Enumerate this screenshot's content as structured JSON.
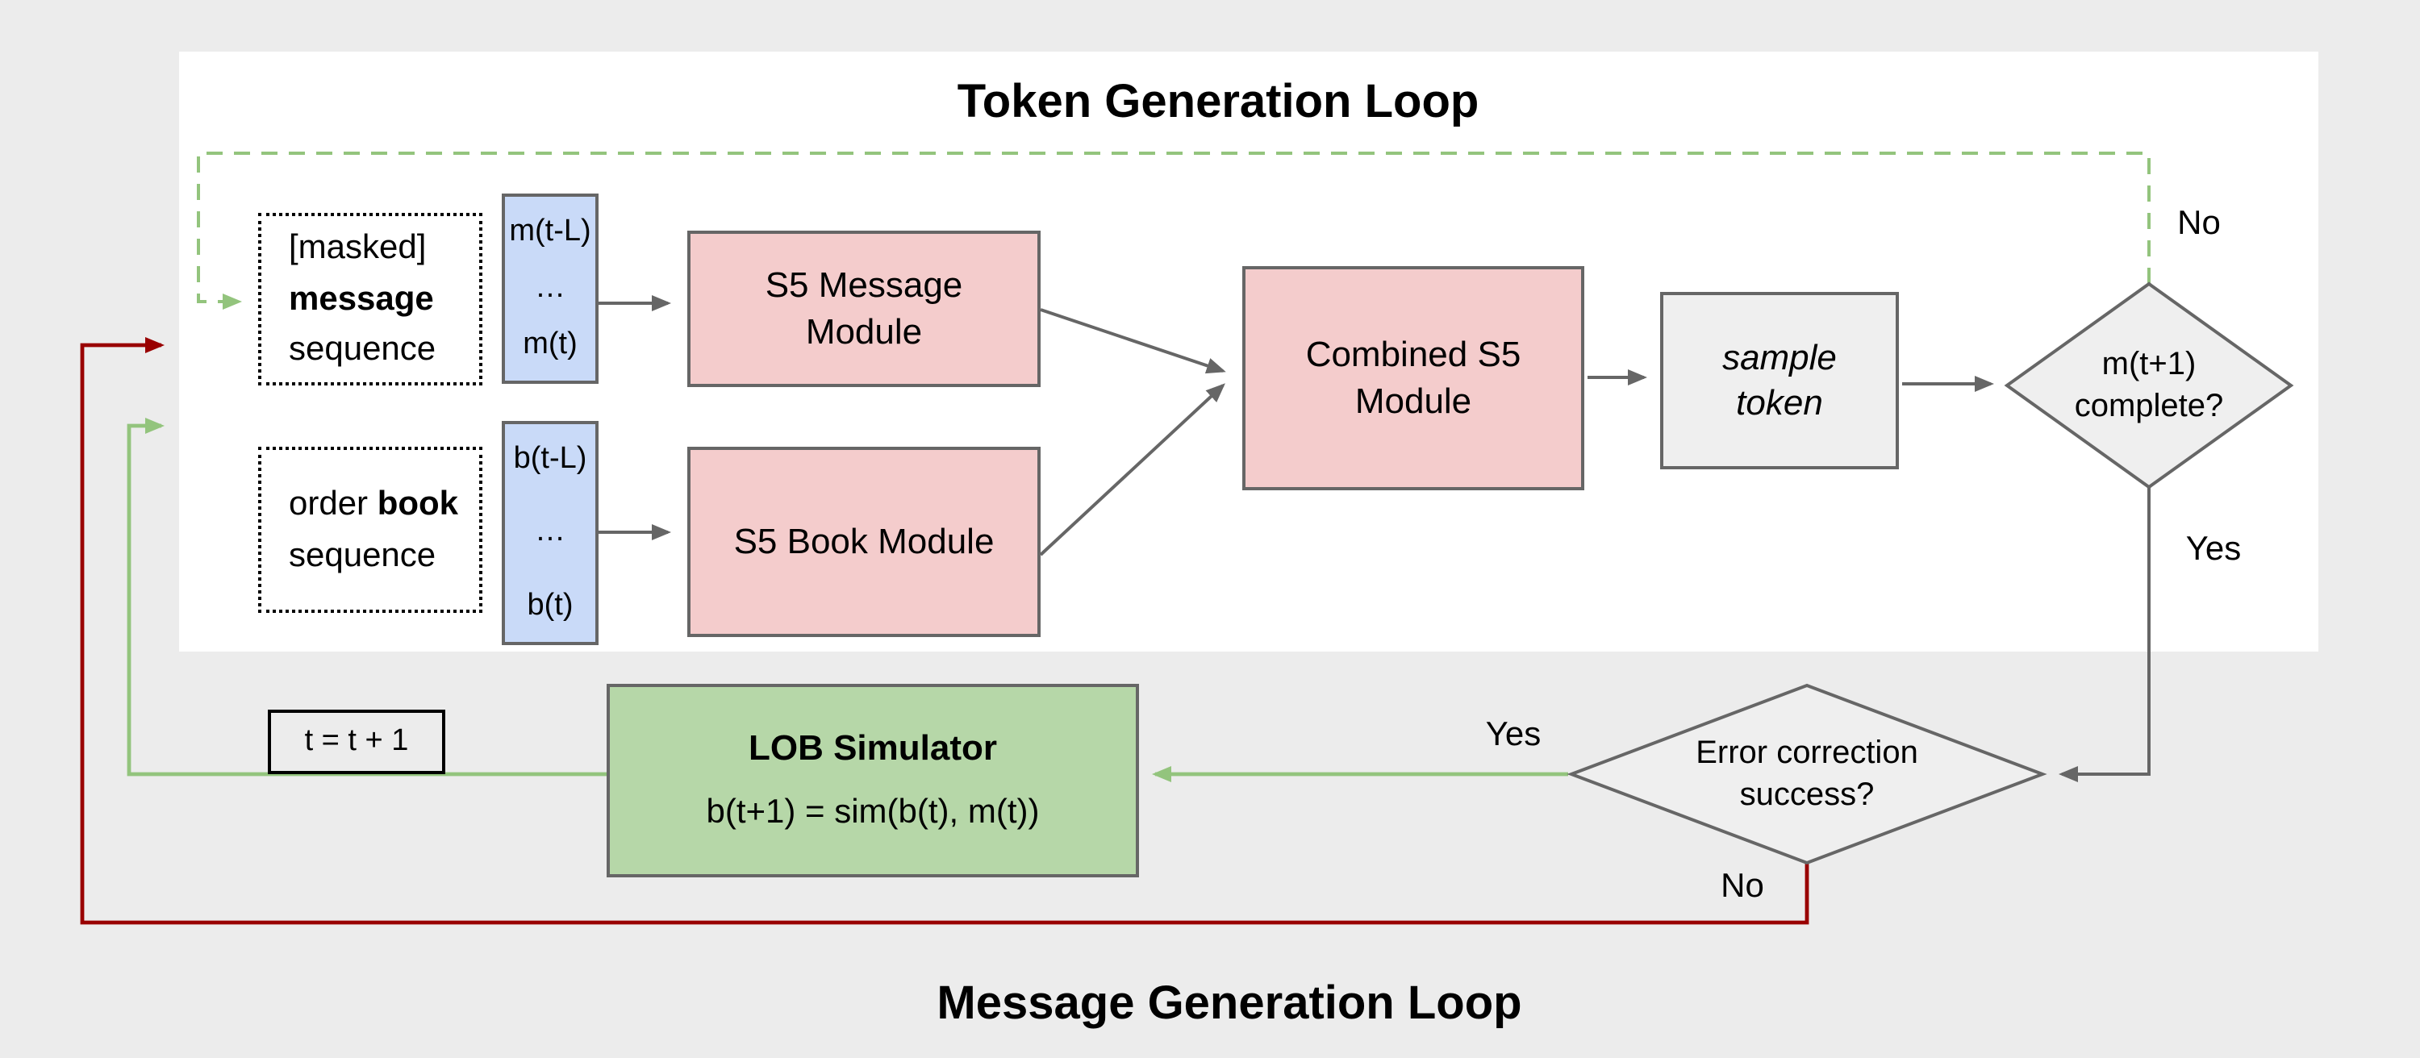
{
  "titles": {
    "token_loop": "Token Generation Loop",
    "message_loop": "Message Generation Loop"
  },
  "nodes": {
    "masked_sequence": {
      "line1": "[masked]",
      "line2": "message",
      "line3": "sequence"
    },
    "message_stack": {
      "top": "m(t-L)",
      "mid": "…",
      "bottom": "m(t)"
    },
    "s5_message_module": "S5 Message\nModule",
    "book_sequence": {
      "line1_normal": "order ",
      "line1_bold": "book",
      "line2": "sequence"
    },
    "book_stack": {
      "top": "b(t-L)",
      "mid": "…",
      "bottom": "b(t)"
    },
    "s5_book_module": "S5 Book Module",
    "combined_module": "Combined S5\nModule",
    "sample_token": "sample\ntoken",
    "m_complete_decision": "m(t+1)\ncomplete?",
    "error_correction_decision": "Error correction\nsuccess?",
    "lob_simulator_title": "LOB Simulator",
    "lob_simulator_formula": "b(t+1) = sim(b(t), m(t))",
    "time_increment": "t = t + 1"
  },
  "edge_labels": {
    "no_token_loop": "No",
    "yes_token_complete": "Yes",
    "yes_error_correction": "Yes",
    "no_error_correction": "No"
  },
  "colors": {
    "canvas_bg": "#ececec",
    "panel_bg": "#ffffff",
    "pink_fill": "#f4cccc",
    "blue_fill": "#c9daf8",
    "green_fill": "#b6d7a8",
    "diamond_fill": "#efefef",
    "border_gray": "#666666",
    "line_gray": "#666666",
    "green_line": "#93c47d",
    "red_line": "#990000",
    "text_color": "#000000"
  }
}
